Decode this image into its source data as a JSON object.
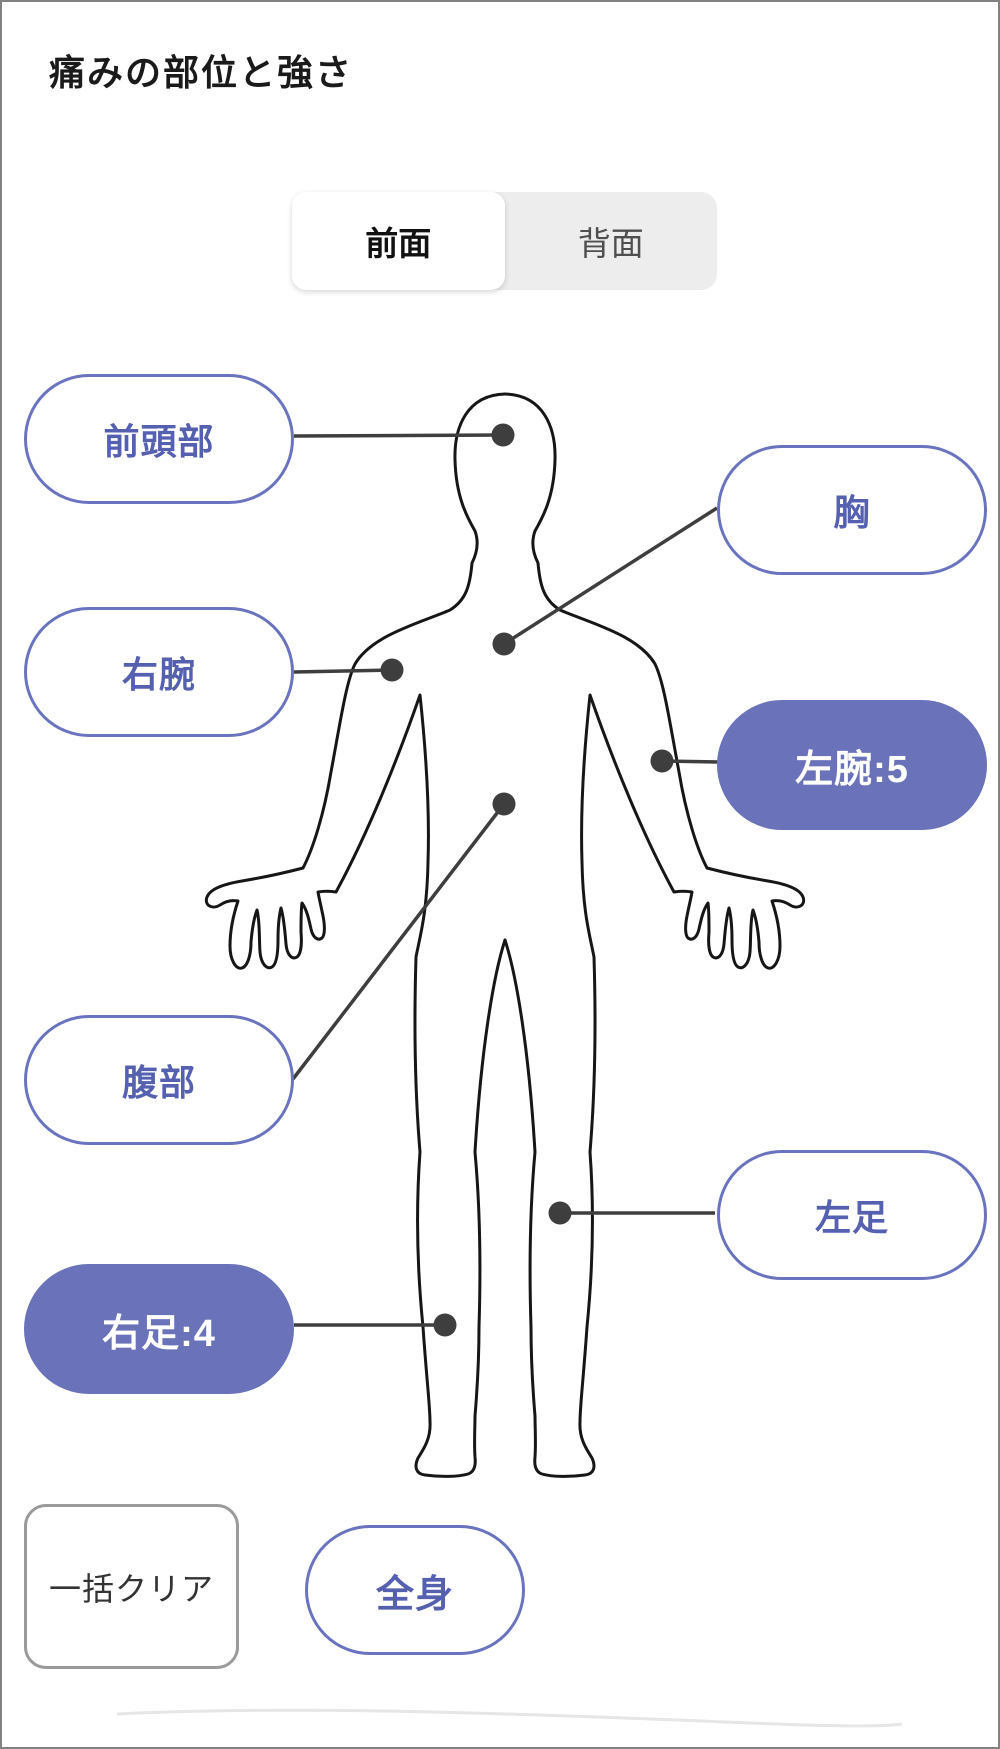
{
  "page": {
    "title": "痛みの部位と強さ"
  },
  "tabs": {
    "front": "前面",
    "back": "背面",
    "active": "前面"
  },
  "regions": [
    {
      "id": "forehead",
      "label": "前頭部",
      "selected": false
    },
    {
      "id": "chest",
      "label": "胸",
      "selected": false
    },
    {
      "id": "right-arm",
      "label": "右腕",
      "selected": false
    },
    {
      "id": "left-arm",
      "label": "左腕:5",
      "selected": true,
      "intensity": 5
    },
    {
      "id": "abdomen",
      "label": "腹部",
      "selected": false
    },
    {
      "id": "left-leg",
      "label": "左足",
      "selected": false
    },
    {
      "id": "right-leg",
      "label": "右足:4",
      "selected": true,
      "intensity": 4
    },
    {
      "id": "whole-body",
      "label": "全身",
      "selected": false
    }
  ],
  "actions": {
    "clear_all": "一括クリア"
  },
  "colors": {
    "accent_text": "#5560b0",
    "accent_border": "#6973c0",
    "accent_fill": "#6a73b9",
    "selected_text": "#ffffff",
    "marker": "#3e3e3e",
    "body_outline": "#161616",
    "tab_background": "#ededee",
    "page_border": "#828282"
  }
}
